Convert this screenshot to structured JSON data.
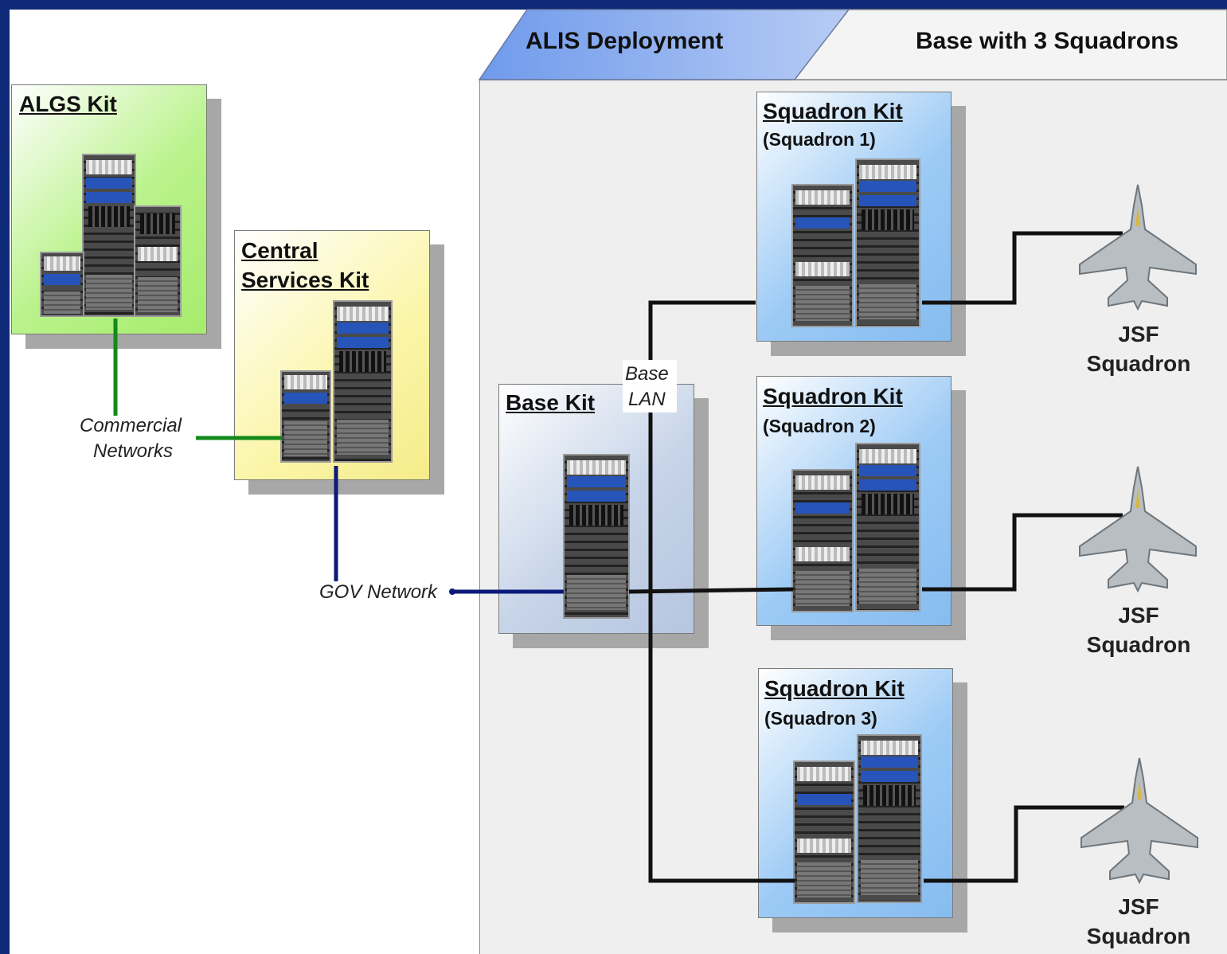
{
  "header": {
    "tab_label": "ALIS Deployment",
    "subtitle": "Base with 3 Squadrons"
  },
  "kits": {
    "algs": {
      "title": "ALGS Kit"
    },
    "central": {
      "title_line1": "Central",
      "title_line2": "Services Kit"
    },
    "base": {
      "title": "Base Kit"
    },
    "squadron1": {
      "title": "Squadron Kit",
      "subtitle": "(Squadron 1)"
    },
    "squadron2": {
      "title": "Squadron Kit",
      "subtitle": "(Squadron 2)"
    },
    "squadron3": {
      "title": "Squadron Kit",
      "subtitle": "(Squadron 3)"
    }
  },
  "labels": {
    "commercial_line1": "Commercial",
    "commercial_line2": "Networks",
    "gov_network": "GOV Network",
    "base_lan_line1": "Base",
    "base_lan_line2": "LAN"
  },
  "jsf": [
    {
      "line1": "JSF",
      "line2": "Squadron"
    },
    {
      "line1": "JSF",
      "line2": "Squadron"
    },
    {
      "line1": "JSF",
      "line2": "Squadron"
    }
  ],
  "colors": {
    "background": "#0e2a78",
    "algs_fill": "#b9f28a",
    "central_fill": "#fbf5a8",
    "base_fill": "#c7d4e8",
    "squadron_fill": "#9ccaf5",
    "deployment_tab": "#7ba4ee",
    "commercial_line": "#138a1a",
    "gov_line": "#0b1a7a",
    "lan_line": "#111111"
  }
}
